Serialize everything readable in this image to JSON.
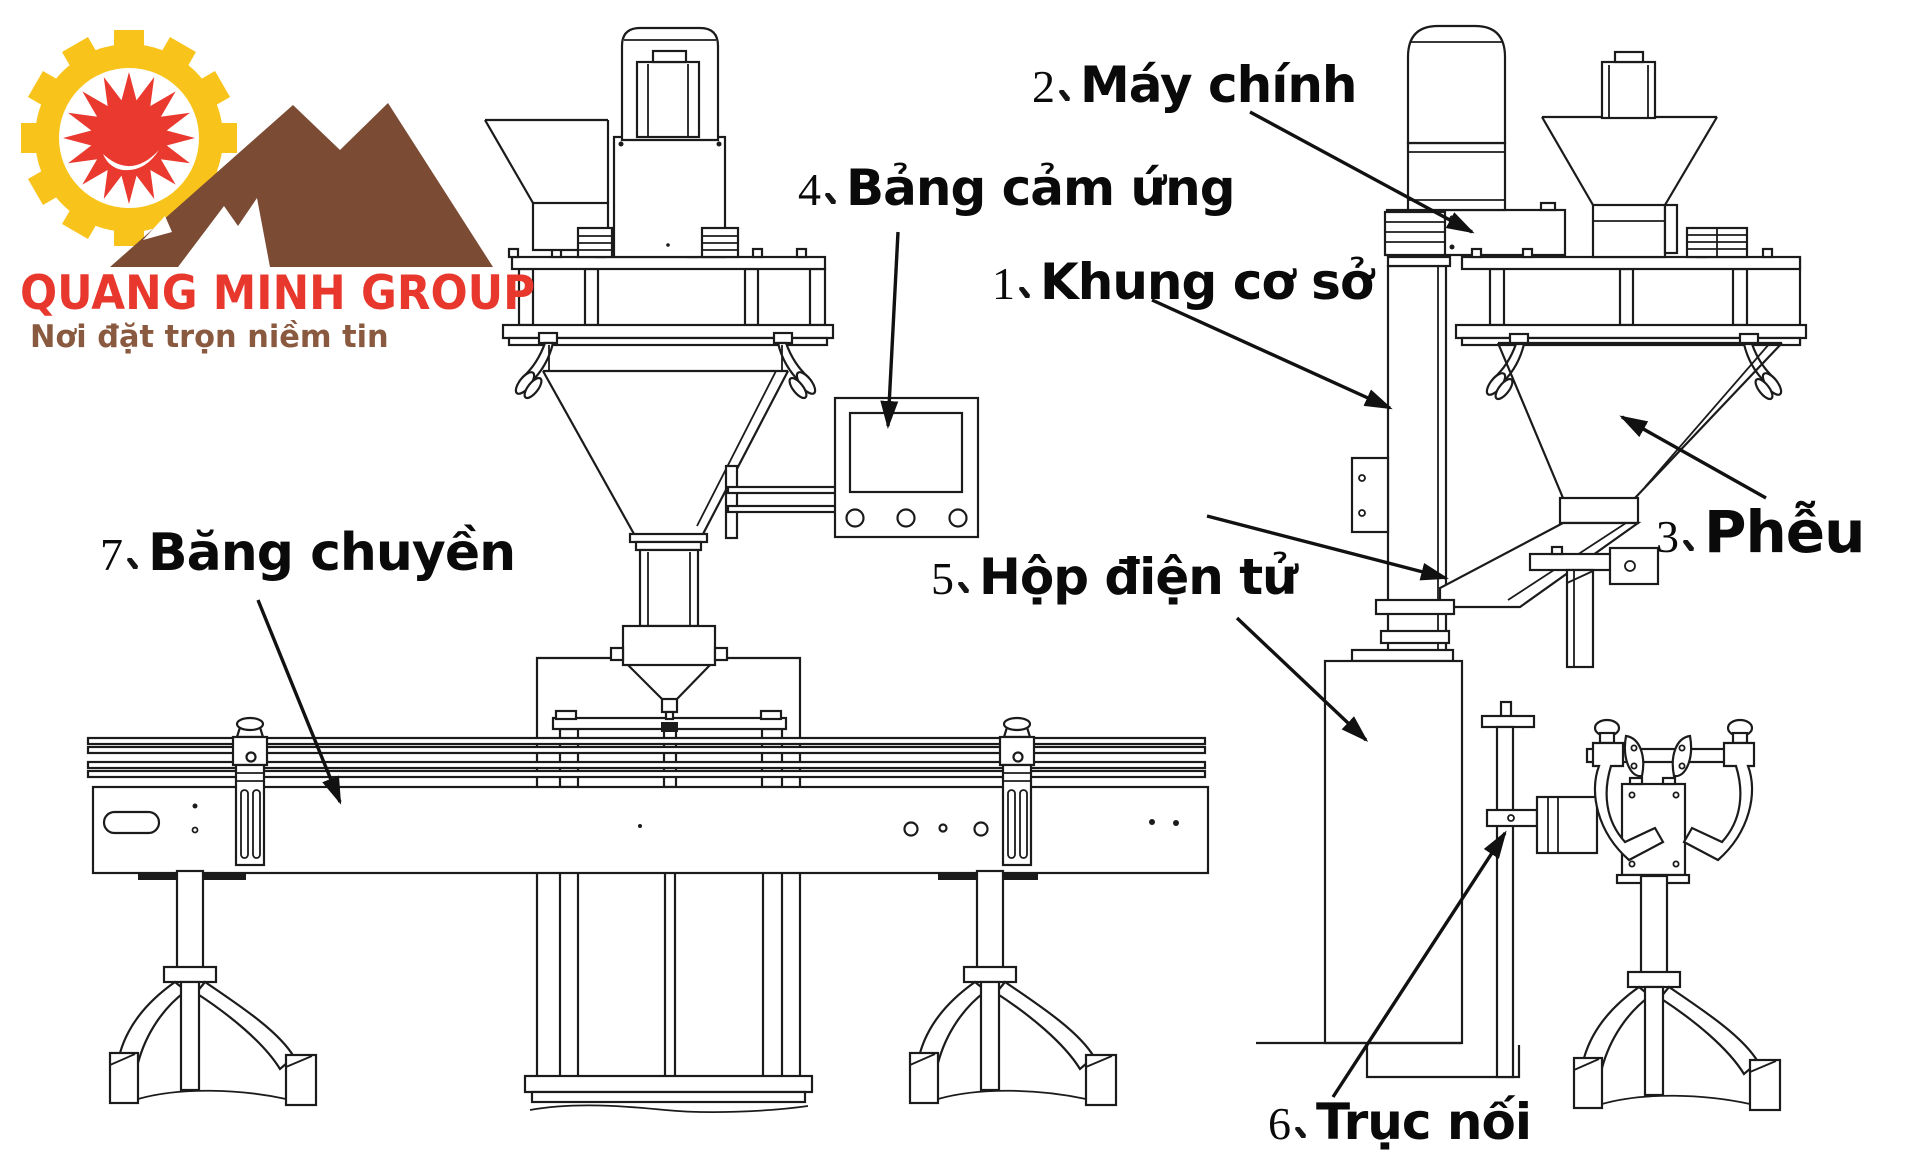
{
  "logo": {
    "company": "QUANG MINH GROUP",
    "tagline": "Nơi đặt trọn niềm tin",
    "colors": {
      "gear_yellow": "#f8c41b",
      "sun_red": "#ea392e",
      "mountain_brown": "#7b4b34",
      "title_red": "#e8382e",
      "tagline_brown": "#8a5a40"
    }
  },
  "diagram": {
    "line_color": "#1b1b1b",
    "background": "#ffffff",
    "parts": [
      {
        "num": "1",
        "prefix": "1、",
        "label": "Khung cơ sở"
      },
      {
        "num": "2",
        "prefix": "2、",
        "label": "Máy chính"
      },
      {
        "num": "3",
        "prefix": "3、",
        "label": "Phễu"
      },
      {
        "num": "4",
        "prefix": "4、",
        "label": "Bảng cảm ứng"
      },
      {
        "num": "5",
        "prefix": "5、",
        "label": "Hộp điện tử"
      },
      {
        "num": "6",
        "prefix": "6、",
        "label": "Trục nối"
      },
      {
        "num": "7",
        "prefix": "7、",
        "label": "Băng chuyền"
      }
    ]
  }
}
